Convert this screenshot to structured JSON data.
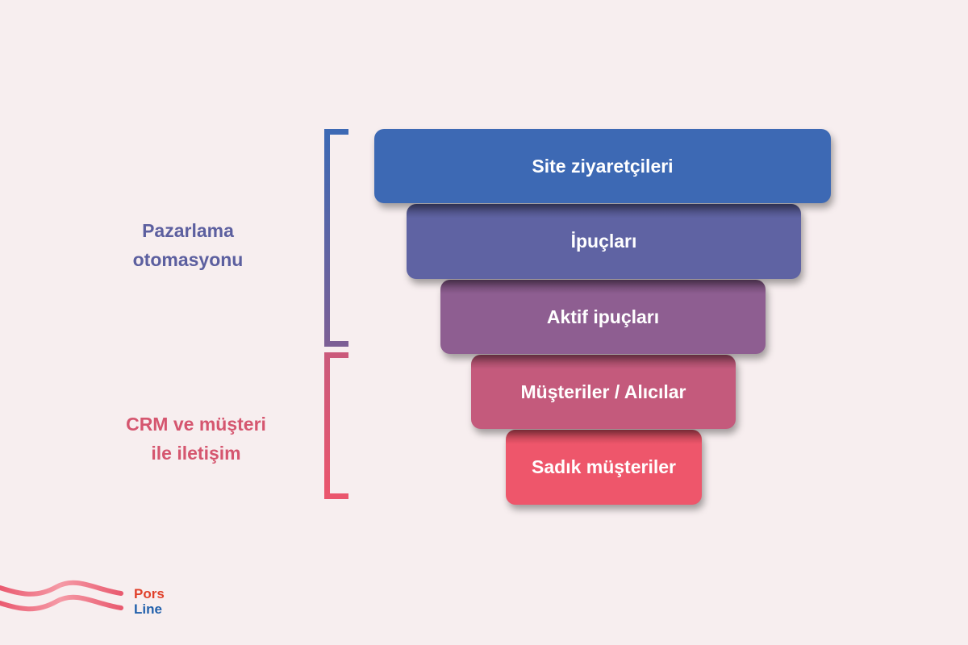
{
  "funnel": {
    "stages": [
      {
        "label": "Site ziyaretçileri",
        "color": "#3d69b4"
      },
      {
        "label": "İpuçları",
        "color": "#5f63a3"
      },
      {
        "label": "Aktif ipuçları",
        "color": "#8e5e91"
      },
      {
        "label": "Müşteriler / Alıcılar",
        "color": "#c45a7c"
      },
      {
        "label": "Sadık müşteriler",
        "color": "#ee566b"
      }
    ]
  },
  "groups": [
    {
      "line1": "Pazarlama",
      "line2": "otomasyonu",
      "color": "#5c5f9f",
      "covers": "Site ziyaretçileri – Aktif ipuçları"
    },
    {
      "line1": "CRM ve müşteri",
      "line2": "ile iletişim",
      "color": "#d5566f",
      "covers": "Müşteriler / Alıcılar – Sadık müşteriler"
    }
  ],
  "logo": {
    "line1": "Pors",
    "line2": "Line",
    "line1_color": "#e0402a",
    "line2_color": "#2361ac",
    "wave_color": "#ef6e80"
  },
  "colors": {
    "background": "#f7eeef"
  }
}
